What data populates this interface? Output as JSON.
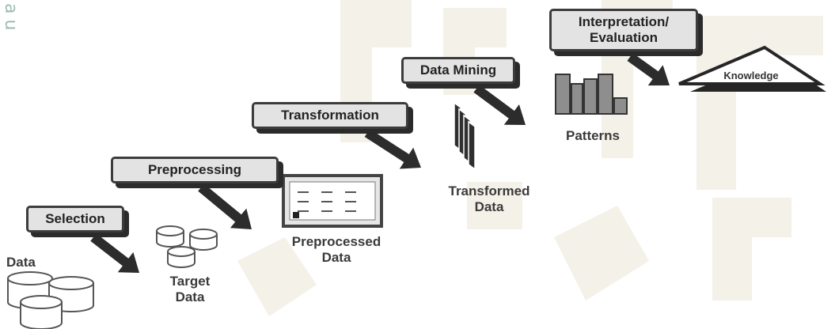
{
  "watermark": "a u",
  "steps": {
    "selection": "Selection",
    "preprocessing": "Preprocessing",
    "transformation": "Transformation",
    "data_mining": "Data Mining",
    "interpretation_line1": "Interpretation/",
    "interpretation_line2": "Evaluation"
  },
  "artifacts": {
    "data": "Data",
    "target_data_line1": "Target",
    "target_data_line2": "Data",
    "preprocessed_line1": "Preprocessed",
    "preprocessed_line2": "Data",
    "transformed_line1": "Transformed",
    "transformed_line2": "Data",
    "patterns": "Patterns",
    "knowledge": "Knowledge"
  },
  "colors": {
    "box_fill": "#e3e3e3",
    "box_border": "#3c3c3c",
    "arrow": "#333333",
    "watermark": "#f3efe6"
  }
}
